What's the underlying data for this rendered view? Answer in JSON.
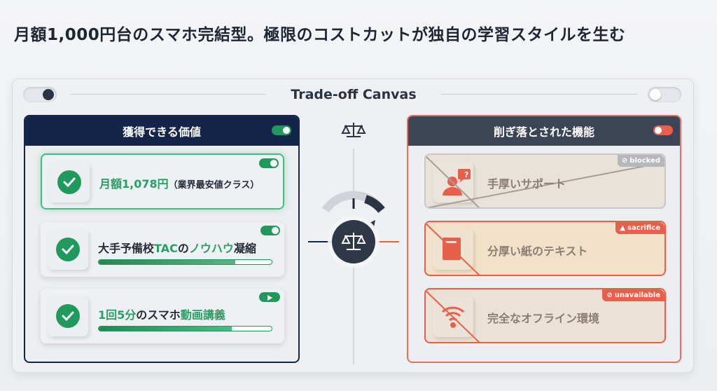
{
  "title": "月額1,000円台のスマホ完結型。極限のコストカットが独自の学習スタイルを生む",
  "canvas_title": "Trade-off Canvas",
  "left": {
    "header": "獲得できる価値",
    "items": [
      {
        "text_green": "月額1,078円",
        "text_dark": "（業界最安値クラス）",
        "indicator": "toggle-on"
      },
      {
        "text_a": "大手予備校",
        "text_b": "TAC",
        "text_c": "の",
        "text_d": "ノウハウ",
        "text_e": "凝縮",
        "progress": 0.79,
        "indicator": "toggle-on"
      },
      {
        "text_a": "1回5分",
        "text_b": "のスマホ",
        "text_c": "動画講義",
        "progress": 0.77,
        "indicator": "play"
      }
    ]
  },
  "right": {
    "header": "削ぎ落とされた機能",
    "items": [
      {
        "text": "手厚いサポート",
        "badge": "blocked",
        "icon": "support-question-icon"
      },
      {
        "text": "分厚い紙のテキスト",
        "badge": "sacrifice",
        "icon": "book-icon"
      },
      {
        "text": "完全なオフライン環境",
        "badge": "unavailable",
        "icon": "wifi-icon"
      }
    ]
  },
  "colors": {
    "green": "#1f9a5c",
    "navy": "#14254a",
    "slate": "#3b4556",
    "red": "#e8604c"
  }
}
